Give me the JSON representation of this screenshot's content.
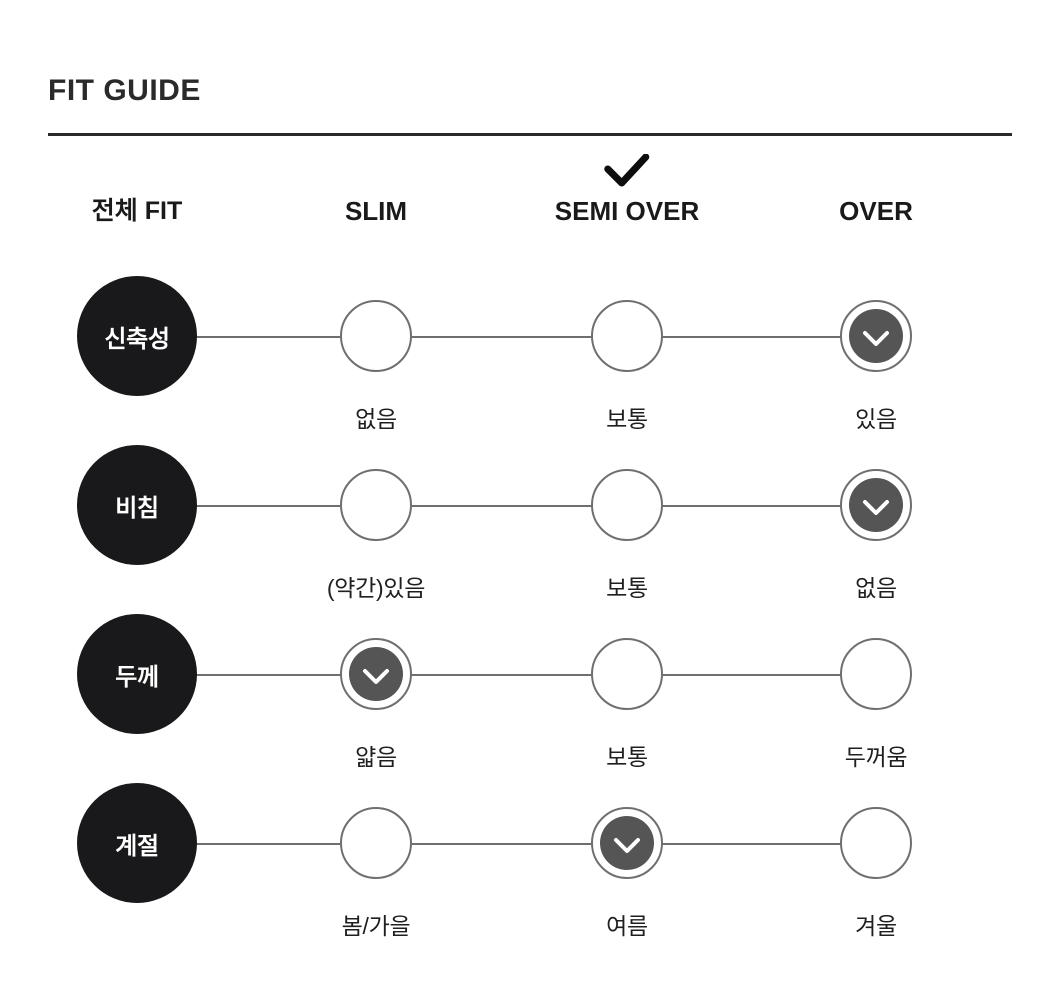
{
  "header": {
    "title": "FIT GUIDE",
    "accent_color": "#2a2a2a"
  },
  "columns": {
    "row_label_header": "전체 FIT",
    "options": [
      "SLIM",
      "SEMI OVER",
      "OVER"
    ],
    "overall_fit_selected": "SEMI OVER",
    "overall_fit_check_icon": "check-icon"
  },
  "colors": {
    "category_bubble": "#19191b",
    "selected_marker": "#555555",
    "track_line": "#6f6f6f",
    "text": "#1f1f1f"
  },
  "rows": [
    {
      "category": "신축성",
      "options": [
        {
          "label": "없음",
          "selected": false
        },
        {
          "label": "보통",
          "selected": false
        },
        {
          "label": "있음",
          "selected": true
        }
      ]
    },
    {
      "category": "비침",
      "options": [
        {
          "label": "(약간)있음",
          "selected": false
        },
        {
          "label": "보통",
          "selected": false
        },
        {
          "label": "없음",
          "selected": true
        }
      ]
    },
    {
      "category": "두께",
      "options": [
        {
          "label": "얇음",
          "selected": true
        },
        {
          "label": "보통",
          "selected": false
        },
        {
          "label": "두꺼움",
          "selected": false
        }
      ]
    },
    {
      "category": "계절",
      "options": [
        {
          "label": "봄/가을",
          "selected": false
        },
        {
          "label": "여름",
          "selected": true
        },
        {
          "label": "겨울",
          "selected": false
        }
      ]
    }
  ]
}
